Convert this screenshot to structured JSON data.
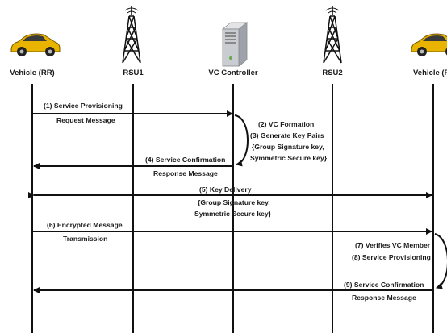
{
  "participants": [
    {
      "id": "vehicle_rr",
      "label": "Vehicle (RR)",
      "icon": "car-icon"
    },
    {
      "id": "rsu1",
      "label": "RSU1",
      "icon": "tower-icon"
    },
    {
      "id": "vc_controller",
      "label": "VC Controller",
      "icon": "server-icon"
    },
    {
      "id": "rsu2",
      "label": "RSU2",
      "icon": "tower-icon"
    },
    {
      "id": "vehicle_r",
      "label": "Vehicle (R",
      "icon": "car-icon"
    }
  ],
  "messages": {
    "m1": [
      "(1) Service Provisioning",
      "Request Message"
    ],
    "m2": [
      "(2) VC Formation",
      "(3) Generate Key Pairs",
      "{Group Signature key,",
      "Symmetric Secure key}"
    ],
    "m4": [
      "(4) Service Confirmation",
      "Response Message"
    ],
    "m5": [
      "(5) Key Delivery",
      "{Group Signature key,",
      "Symmetric Secure key}"
    ],
    "m6": [
      "(6) Encrypted Message",
      "Transmission"
    ],
    "m7": [
      "(7) Verifies VC Member",
      "(8) Service Provisioning"
    ],
    "m9": [
      "(9) Service Confirmation",
      "Response Message"
    ]
  },
  "colors": {
    "line": "#111111",
    "car_body": "#e8b400",
    "car_dark": "#3a3a3a",
    "server": "#c9ccd1"
  }
}
